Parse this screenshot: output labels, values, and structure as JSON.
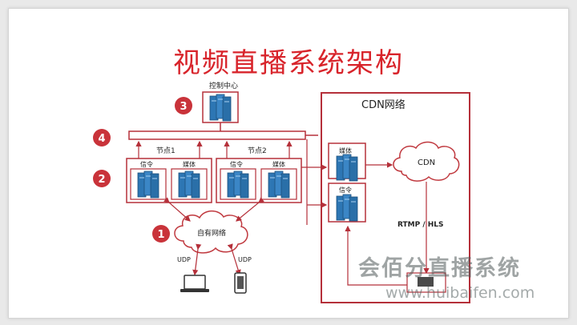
{
  "title": "视频直播系统架构",
  "labels": {
    "control_center": "控制中心",
    "node1": "节点1",
    "node2": "节点2",
    "signal": "信令",
    "media": "媒体",
    "cdn_network": "CDN网络",
    "cdn_cloud": "CDN",
    "own_network": "自有网络",
    "udp": "UDP",
    "protocol": "RTMP / HLS"
  },
  "badges": [
    "1",
    "2",
    "3",
    "4"
  ],
  "watermark": {
    "brand": "会佰分直播系统",
    "url": "www.huibaifen.com"
  },
  "colors": {
    "title": "#d8242b",
    "badge": "#c9333a",
    "frame": "#b5303a",
    "server": "#2a6fa8",
    "cloud_stroke": "#c0393f"
  }
}
